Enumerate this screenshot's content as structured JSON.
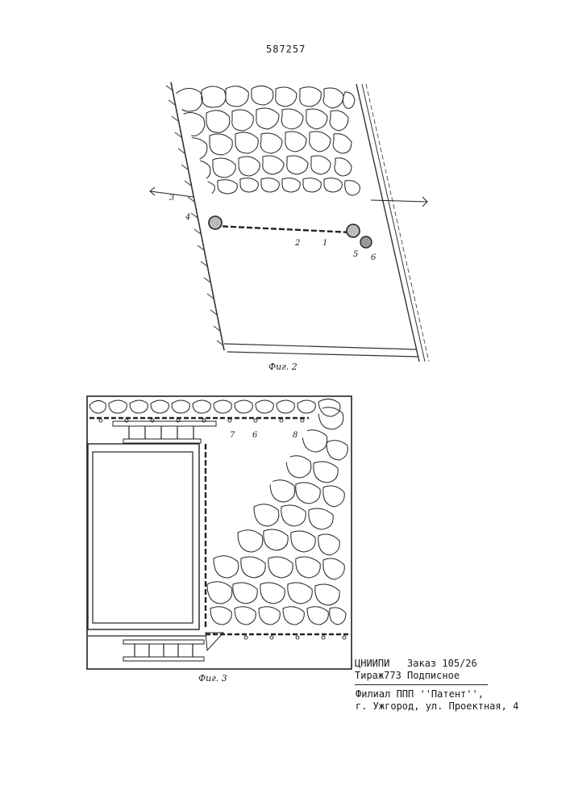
{
  "header": {
    "patent_number": "587257"
  },
  "figures": {
    "fig2": {
      "caption": "Фиг. 2",
      "labels": {
        "l1": "1",
        "l2": "2",
        "l3": "3",
        "l4": "4",
        "l5": "5",
        "l6": "6"
      }
    },
    "fig3": {
      "caption": "Фиг. 3",
      "labels": {
        "l6": "6",
        "l7": "7",
        "l8": "8"
      }
    }
  },
  "imprint": {
    "line1": "ЦНИИПИ   Заказ 105/26",
    "line2": "Тираж773 Подписное",
    "line3": "Филиал ППП ''Патент'',",
    "line4": "г. Ужгород, ул. Проектная, 4"
  }
}
